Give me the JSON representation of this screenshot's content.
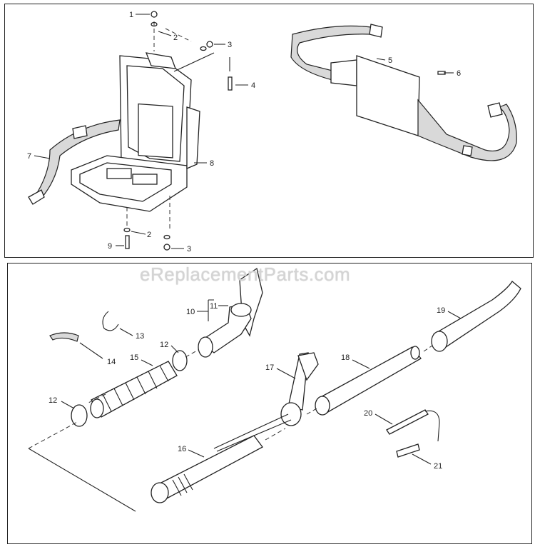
{
  "watermark": "eReplacementParts.com",
  "top_callouts": [
    "1",
    "2",
    "3",
    "4",
    "5",
    "6",
    "7",
    "8",
    "9",
    "2",
    "3"
  ],
  "bottom_callouts": [
    "10",
    "11",
    "12",
    "12",
    "13",
    "14",
    "15",
    "16",
    "17",
    "18",
    "19",
    "20",
    "21"
  ]
}
